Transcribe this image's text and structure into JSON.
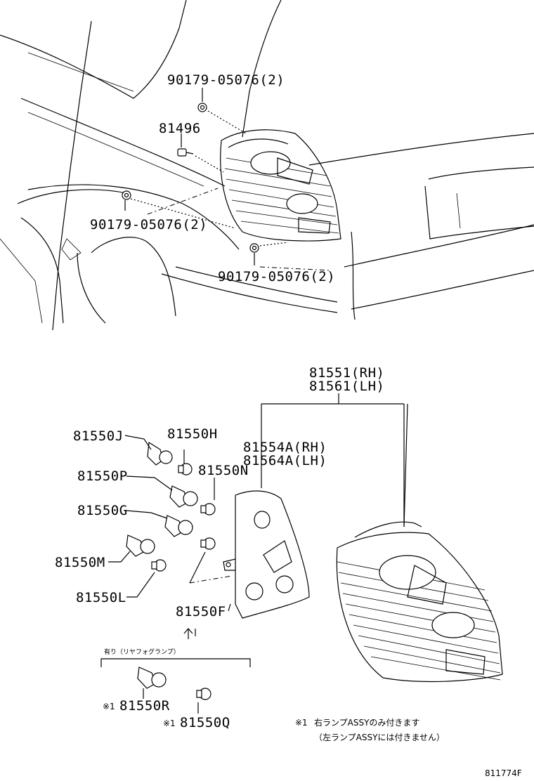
{
  "labels": {
    "clip_top": "90179-05076(2)",
    "screw": "81496",
    "clip_left": "90179-05076(2)",
    "clip_bottom": "90179-05076(2)",
    "lamp_assy_rh": "81551(RH)",
    "lamp_assy_lh": "81561(LH)",
    "gasket_rh": "81554A(RH)",
    "gasket_lh": "81564A(LH)",
    "socket_j": "81550J",
    "bulb_h": "81550H",
    "socket_p": "81550P",
    "bulb_n": "81550N",
    "socket_g": "81550G",
    "socket_m": "81550M",
    "bulb_l": "81550L",
    "bulb_f": "81550F",
    "socket_r": "81550R",
    "bulb_q": "81550Q",
    "mark_r": "※1",
    "mark_q": "※1"
  },
  "fog_group": "有り（リヤフォグランプ）",
  "note": {
    "marker": "※1",
    "line1": "右ランプASSYのみ付きます",
    "line2": "（左ランプASSYには付きません）"
  },
  "figure_id": "811774F"
}
